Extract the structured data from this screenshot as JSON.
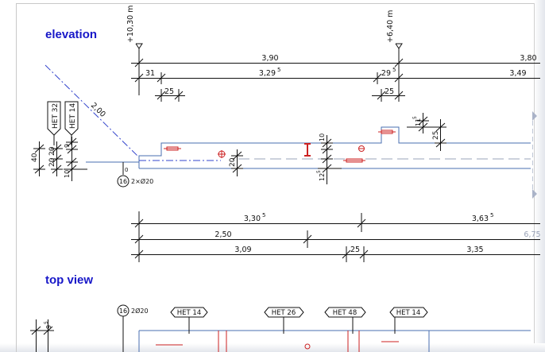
{
  "headings": {
    "elevation": "elevation",
    "top_view": "top view"
  },
  "levels": {
    "left": "+10,30 m",
    "right": "+6,40 m"
  },
  "dims_top": {
    "row1": {
      "a": "3,90",
      "b": "3,80"
    },
    "row2": {
      "a": "31",
      "b": "3,29",
      "b_sup": "5",
      "c": "29",
      "c_sup": "5",
      "d": "3,49"
    },
    "row3": {
      "a": "25",
      "b": "25"
    }
  },
  "dims_left": {
    "d40": "40",
    "d20a": "20",
    "d20b": "20",
    "d10": "10",
    "d9": "9"
  },
  "dims_mid": {
    "d20": "20",
    "d10": "10",
    "d125": "12",
    "d125_sup": "5",
    "d115": "11",
    "d115_sup": "5",
    "d25": "25"
  },
  "slant": {
    "label": "2,00"
  },
  "tags": {
    "het32": "HET 32",
    "het14": "HET 14"
  },
  "rebar_note": {
    "number": "16",
    "spec": "2×Ø20",
    "zero": "0"
  },
  "dims_bottom": {
    "row1": {
      "a": "3,30",
      "a_sup": "5",
      "b": "3,63",
      "b_sup": "5"
    },
    "row2": {
      "a": "2,50",
      "b": "6,75"
    },
    "row3": {
      "a": "3,09",
      "b": "25",
      "c": "3,35"
    }
  },
  "top_view": {
    "rebar": {
      "number": "16",
      "spec": "2Ø20"
    },
    "tags": [
      "HET 14",
      "HET 26",
      "HET 48",
      "HET 14"
    ],
    "dim": "9",
    "dim_sup": "5"
  },
  "colors": {
    "ink": "#111111",
    "member": "#4a6fb0",
    "heading": "#1717c8",
    "rebar": "#cc2222",
    "axis": "#3344cc"
  }
}
